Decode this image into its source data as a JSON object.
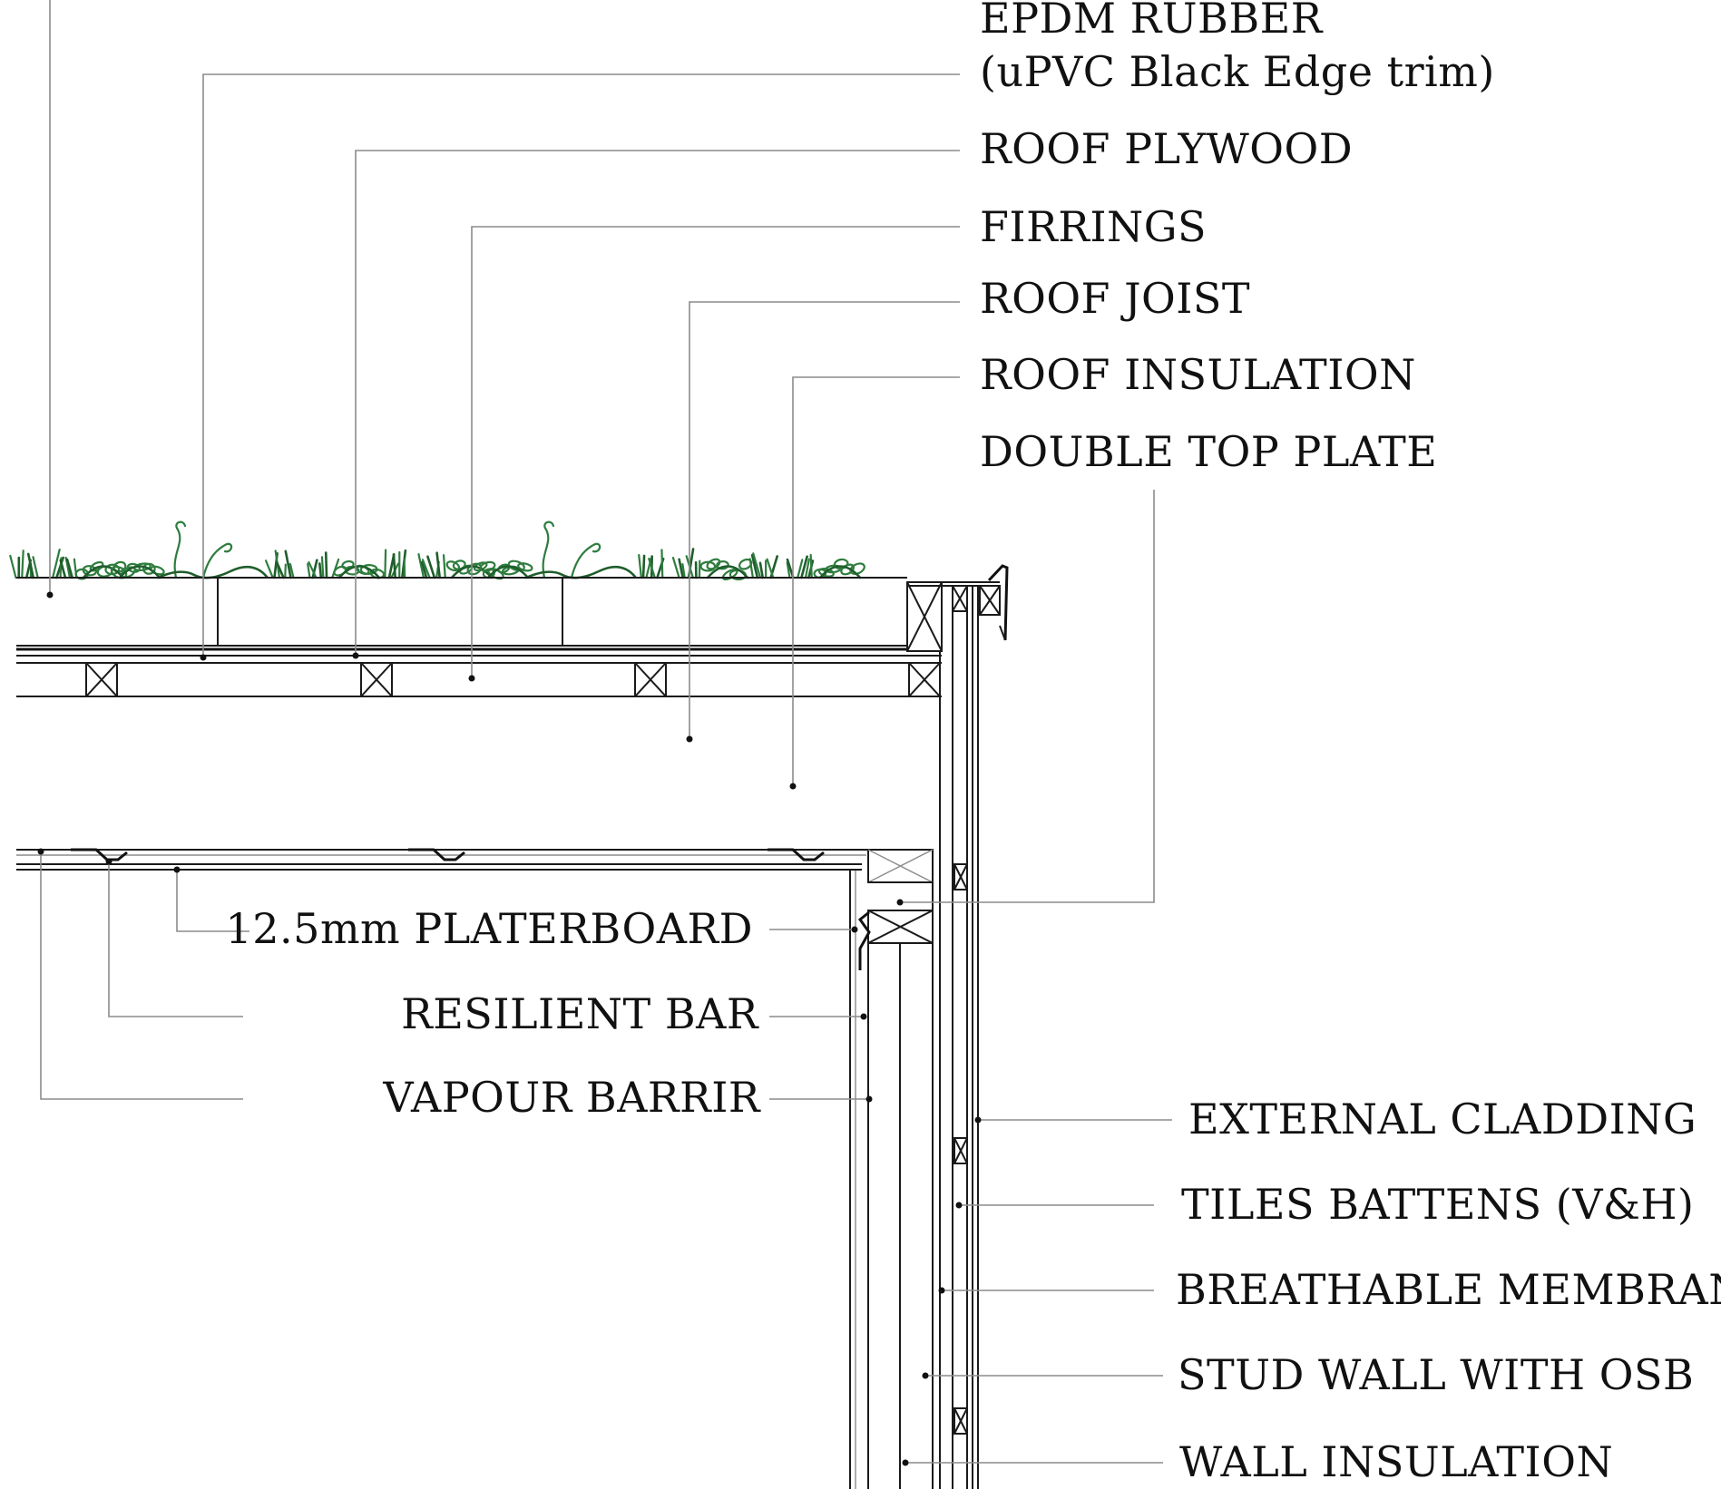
{
  "labels": {
    "epdm_rubber": "EPDM RUBBER",
    "upvc_trim": "(uPVC Black Edge trim)",
    "roof_plywood": "ROOF PLYWOOD",
    "firrings": "FIRRINGS",
    "roof_joist": "ROOF JOIST",
    "roof_insulation": "ROOF INSULATION",
    "double_top_plate": "DOUBLE TOP PLATE",
    "plasterboard": "12.5mm PLATERBOARD",
    "resilient_bar": "RESILIENT BAR",
    "vapour_barrier": "VAPOUR BARRIR",
    "external_cladding": "EXTERNAL CLADDING",
    "tiles_battens": "TILES BATTENS (V&H)",
    "breathable_membrane": "BREATHABLE MEMBRANE",
    "stud_wall": "STUD WALL WITH OSB",
    "wall_insulation": "WALL INSULATION"
  },
  "colors": {
    "line": "#1a1a1a",
    "leader": "#8c8c8c",
    "vegetation": "#2f7d3e"
  }
}
